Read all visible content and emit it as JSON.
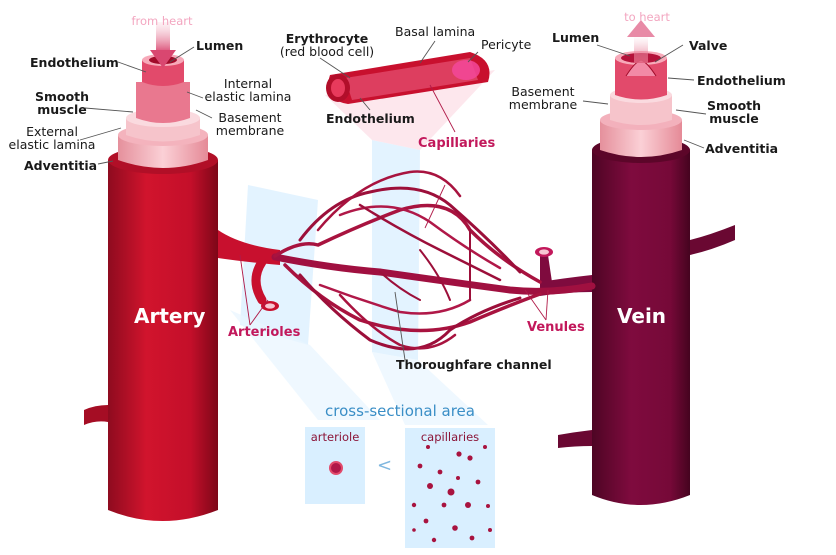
{
  "artery": {
    "flow": "from heart",
    "name": "Artery",
    "layers": {
      "endothelium": "Endothelium",
      "lumen": "Lumen",
      "internal_1": "Internal",
      "internal_2": "elastic lamina",
      "smooth_1": "Smooth",
      "smooth_2": "muscle",
      "basement_1": "Basement",
      "basement_2": "membrane",
      "external_1": "External",
      "external_2": "elastic lamina",
      "adventitia": "Adventitia"
    }
  },
  "capillary": {
    "erythrocyte": "Erythrocyte",
    "rbc": "(red blood cell)",
    "basal_lamina": "Basal lamina",
    "pericyte": "Pericyte",
    "endothelium": "Endothelium",
    "label": "Capillaries"
  },
  "vein": {
    "flow": "to heart",
    "name": "Vein",
    "layers": {
      "lumen": "Lumen",
      "valve": "Valve",
      "endothelium": "Endothelium",
      "basement_1": "Basement",
      "basement_2": "membrane",
      "smooth_1": "Smooth",
      "smooth_2": "muscle",
      "adventitia": "Adventitia"
    }
  },
  "network": {
    "arterioles": "Arterioles",
    "venules": "Venules",
    "thoroughfare": "Thoroughfare channel"
  },
  "cross_section": {
    "title": "cross-sectional area",
    "arteriole": "arteriole",
    "capillaries": "capillaries",
    "comparison": "<"
  },
  "colors": {
    "artery": "#c8102e",
    "vein": "#7a0a3a",
    "label_accent": "#c2185b",
    "panel": "#d9efff"
  }
}
